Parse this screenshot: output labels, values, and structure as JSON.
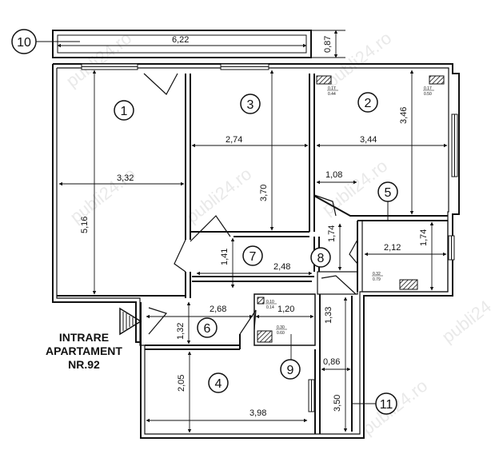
{
  "watermark": "publi24.ro",
  "entrance": {
    "line1": "INTRARE",
    "line2": "APARTAMENT",
    "line3": "NR.92"
  },
  "room_numbers": {
    "r1": "1",
    "r2": "2",
    "r3": "3",
    "r4": "4",
    "r5": "5",
    "r6": "6",
    "r7": "7",
    "r8": "8",
    "r9": "9",
    "r10": "10",
    "r11": "11"
  },
  "dimensions": {
    "balcony_width": "6,22",
    "balcony_depth": "0,87",
    "room1_width": "3,32",
    "room1_length": "5,16",
    "room3_width": "2,74",
    "room3_length": "3,70",
    "room2_width": "3,44",
    "room2_length": "3,46",
    "room2_niche": "1,08",
    "room5_width": "2,12",
    "room5_length": "1,74",
    "room5_side": "1,74",
    "hall7_width": "2,48",
    "hall7_depth": "1,41",
    "hall6_width": "2,68",
    "hall6_depth": "1,32",
    "bath9_width": "1,20",
    "room4_width": "3,98",
    "room4_length": "2,05",
    "closet11_width": "0,86",
    "closet11_length": "3,50",
    "corridor_length": "1,33"
  },
  "ducts": {
    "d1_top": "0.17",
    "d1_bottom": "0.44",
    "d2_top": "0.17",
    "d2_bottom": "0.50",
    "d3_top": "0.32",
    "d3_bottom": "0.79",
    "d4_top": "0.30",
    "d4_bottom": "0.60",
    "d5_top": "0.10",
    "d5_bottom": "0.14"
  }
}
